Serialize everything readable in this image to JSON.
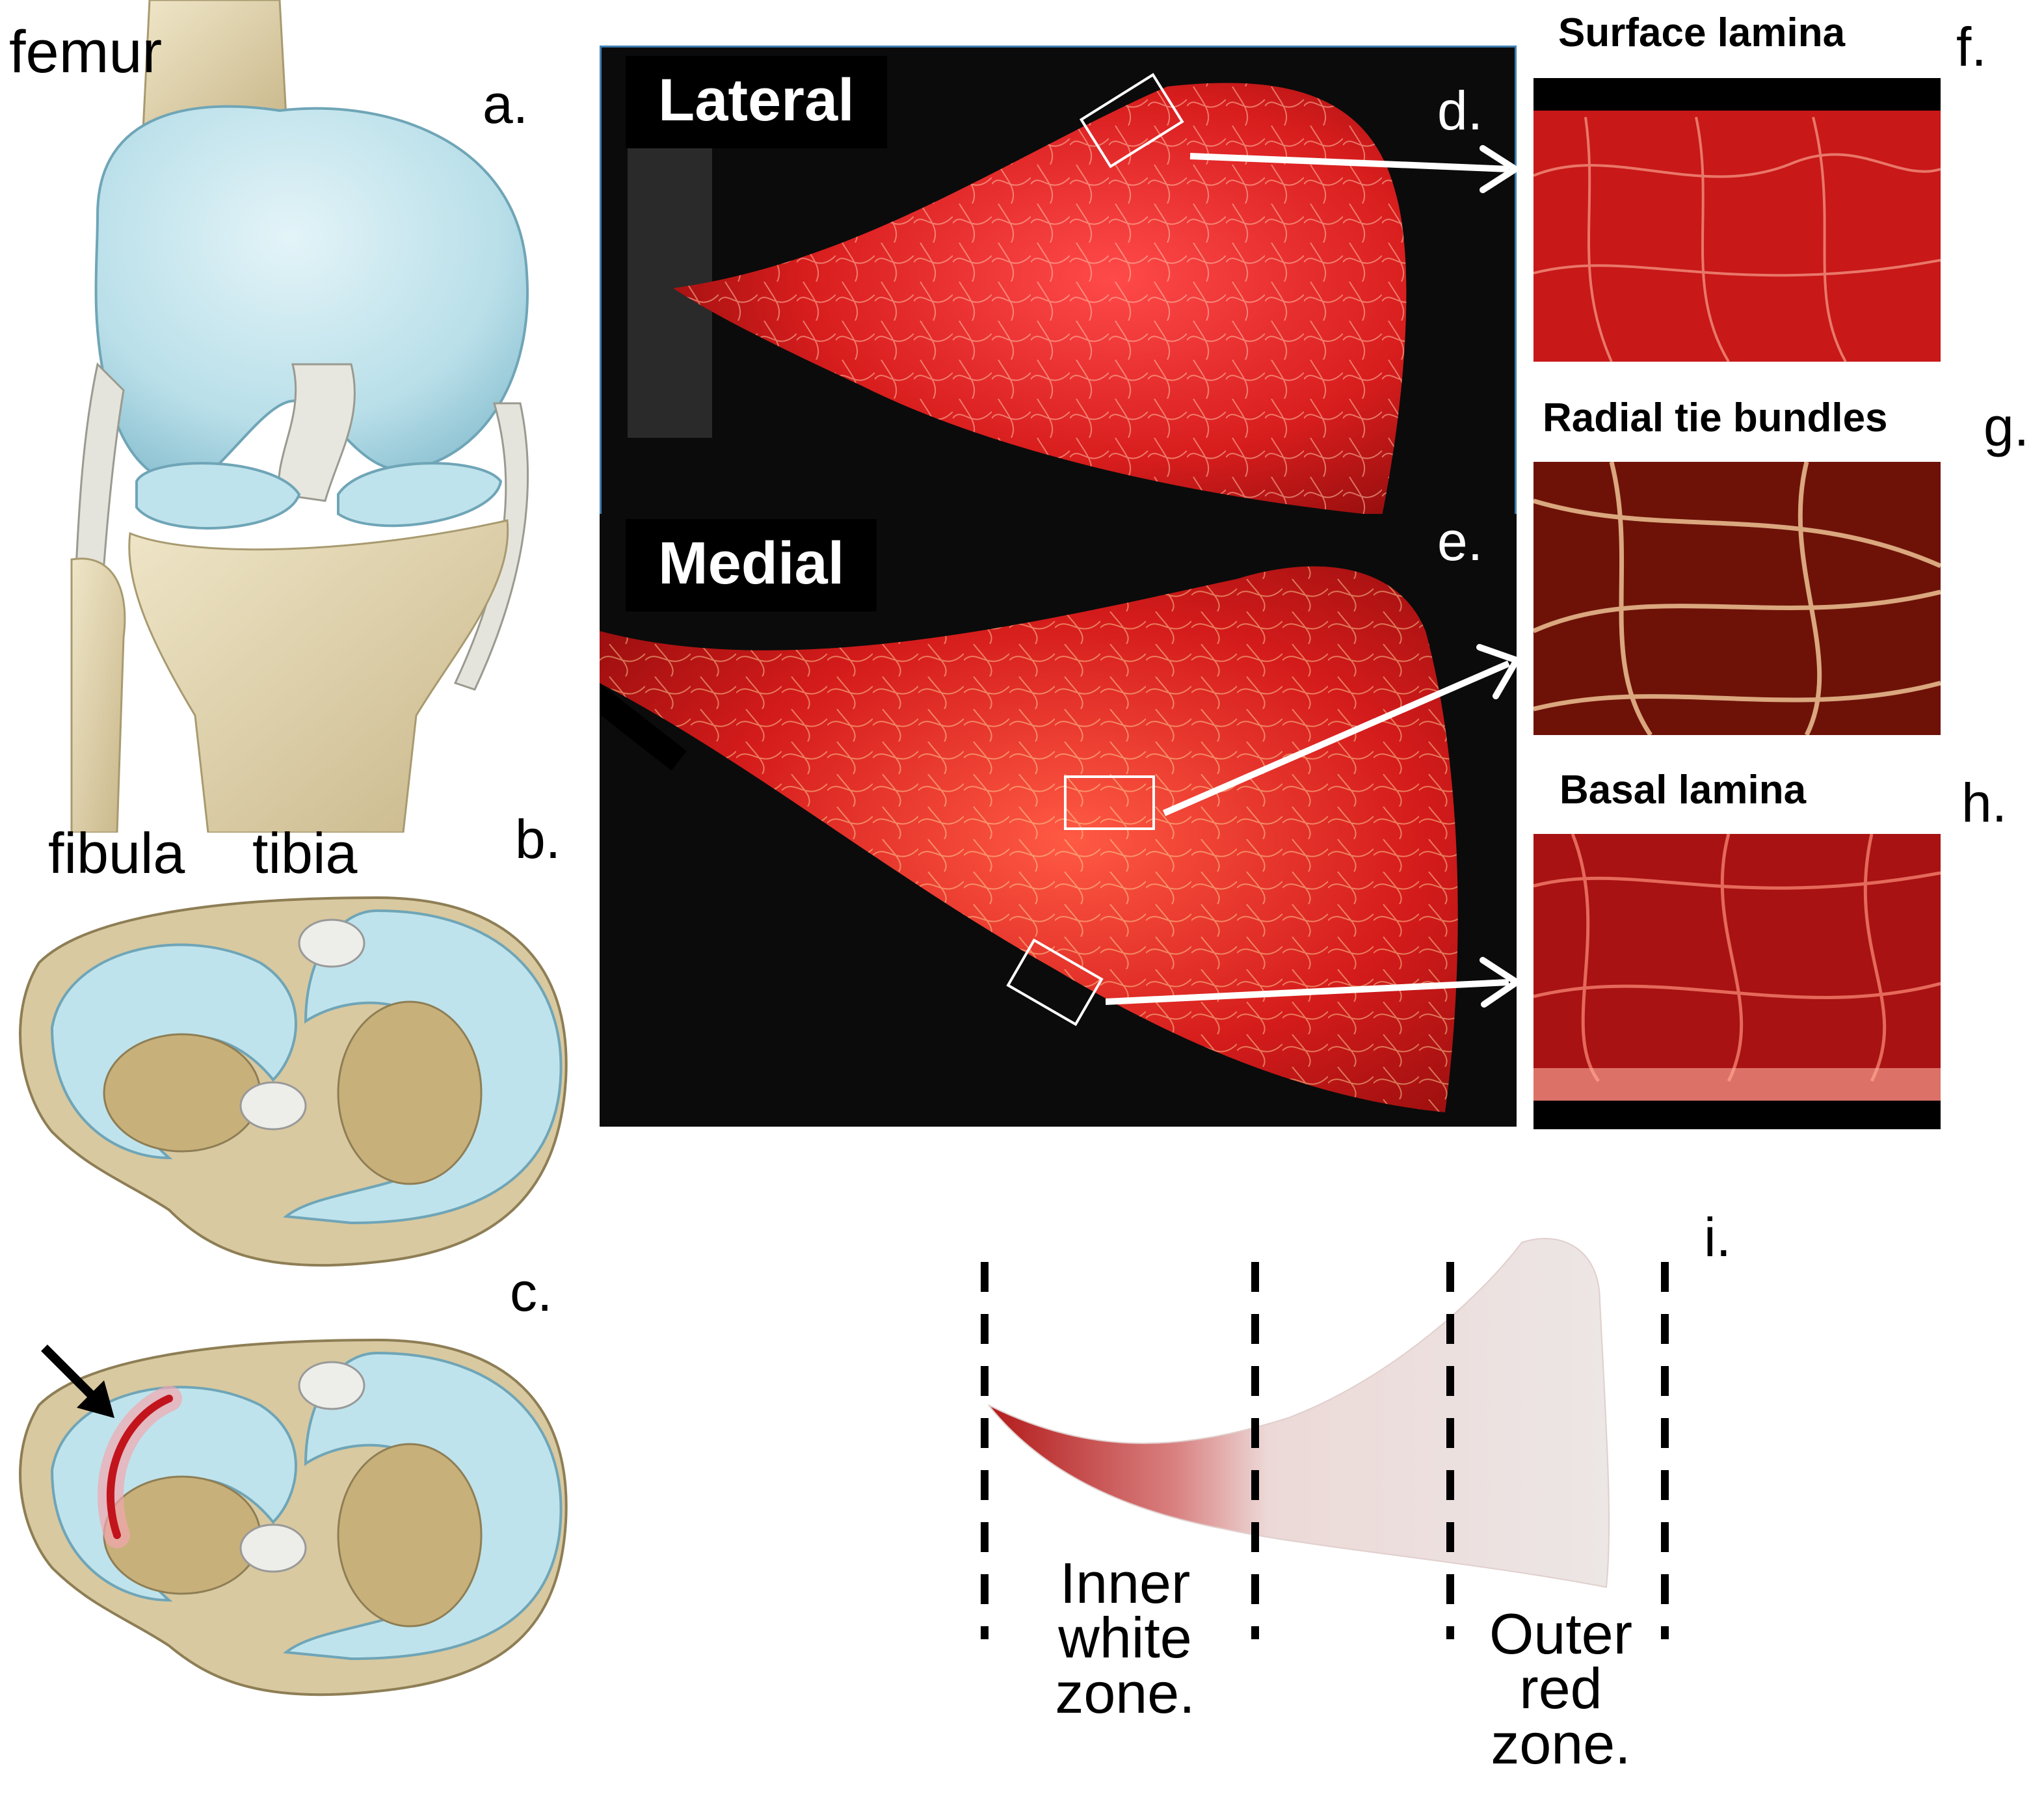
{
  "labels": {
    "femur": "femur",
    "fibula": "fibula",
    "tibia": "tibia"
  },
  "panels": {
    "a": "a.",
    "b": "b.",
    "c": "c.",
    "d": "d.",
    "e": "e.",
    "f": "f.",
    "g": "g.",
    "h": "h.",
    "i": "i."
  },
  "views": {
    "lateral": "Lateral",
    "medial": "Medial"
  },
  "thumbnails": {
    "surface": "Surface lamina",
    "radial": "Radial tie bundles",
    "basal": "Basal lamina"
  },
  "zones": {
    "inner_line1": "Inner",
    "inner_line2": "white",
    "inner_line3": "zone.",
    "outer_line1": "Outer",
    "outer_line2": "red",
    "outer_line3": "zone."
  },
  "colors": {
    "meniscus_blue": "#bfe3ec",
    "bone": "#d9c9a0",
    "vessel_red": "#d21e1e",
    "dark_bg": "#0b0b0b",
    "tear_red": "#c2141c"
  }
}
